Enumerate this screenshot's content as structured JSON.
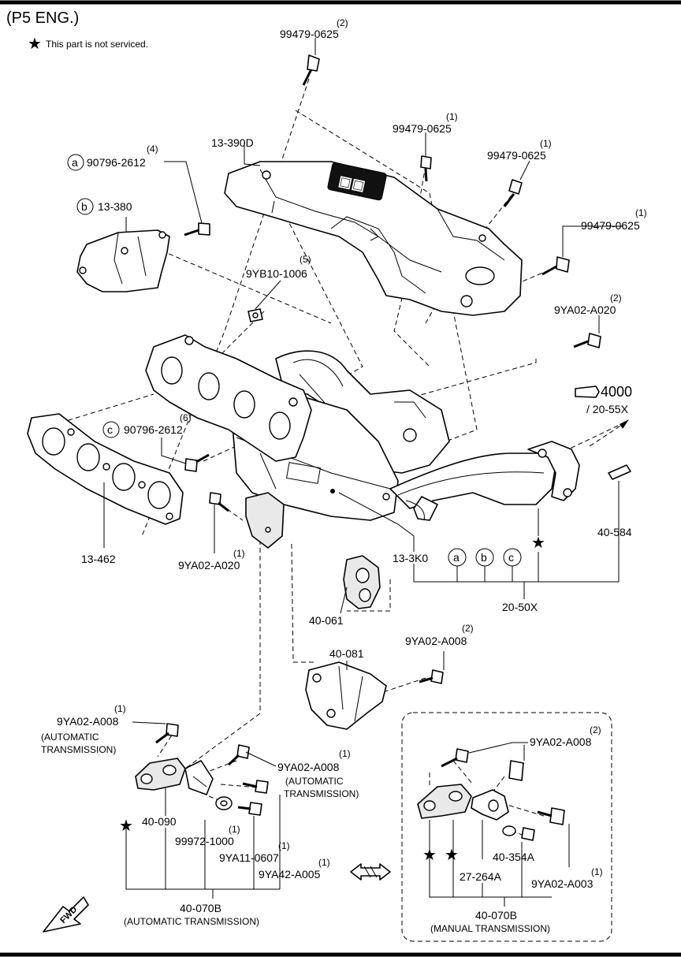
{
  "header": {
    "title": "(P5 ENG.)",
    "legend_text": "This part is not serviced."
  },
  "callouts": {
    "c_99479_top": {
      "qty": "(2)",
      "num": "99479-0625"
    },
    "c_99479_a": {
      "qty": "(1)",
      "num": "99479-0625"
    },
    "c_99479_b": {
      "qty": "(1)",
      "num": "99479-0625"
    },
    "c_99479_c": {
      "qty": "(1)",
      "num": "99479-0625"
    },
    "c_13390d": {
      "num": "13-390D"
    },
    "c_90796_a": {
      "circle": "a",
      "qty": "(4)",
      "num": "90796-2612"
    },
    "c_13380": {
      "circle": "b",
      "num": "13-380"
    },
    "c_9yb10": {
      "qty": "(5)",
      "num": "9YB10-1006"
    },
    "c_9ya02_020_top": {
      "qty": "(2)",
      "num": "9YA02-A020"
    },
    "c_4000": {
      "num": "4000",
      "sub": "/ 20-55X"
    },
    "c_90796_c": {
      "circle": "c",
      "qty": "(6)",
      "num": "90796-2612"
    },
    "c_13462": {
      "num": "13-462"
    },
    "c_9ya02_020_low": {
      "qty": "(1)",
      "num": "9YA02-A020"
    },
    "c_13k0": {
      "num": "13-3K0"
    },
    "c_group_circles": [
      "a",
      "b",
      "c"
    ],
    "c_2050x": {
      "num": "20-50X"
    },
    "c_40584": {
      "num": "40-584"
    },
    "c_40061": {
      "num": "40-061"
    },
    "c_40081": {
      "num": "40-081"
    },
    "c_9ya02_008_mid": {
      "qty": "(2)",
      "num": "9YA02-A008"
    },
    "c_9ya02_008_left": {
      "qty": "(1)",
      "num": "9YA02-A008",
      "note1": "(AUTOMATIC",
      "note2": "TRANSMISSION)"
    },
    "c_9ya02_008_ctr": {
      "qty": "(1)",
      "num": "9YA02-A008",
      "note1": "(AUTOMATIC",
      "note2": "TRANSMISSION)"
    },
    "c_40090": {
      "num": "40-090"
    },
    "c_99972": {
      "qty": "(1)",
      "num": "99972-1000"
    },
    "c_9ya11": {
      "qty": "(1)",
      "num": "9YA11-0607"
    },
    "c_9ya42": {
      "qty": "(1)",
      "num": "9YA42-A005"
    },
    "c_40070b_at": {
      "num": "40-070B",
      "note": "(AUTOMATIC TRANSMISSION)"
    },
    "c_9ya02_008_mt": {
      "qty": "(2)",
      "num": "9YA02-A008"
    },
    "c_40354a": {
      "num": "40-354A"
    },
    "c_27264a": {
      "num": "27-264A"
    },
    "c_9ya02_003": {
      "qty": "(1)",
      "num": "9YA02-A003"
    },
    "c_40070b_mt": {
      "num": "40-070B",
      "note": "(MANUAL TRANSMISSION)"
    }
  },
  "fwd_label": "FWD"
}
